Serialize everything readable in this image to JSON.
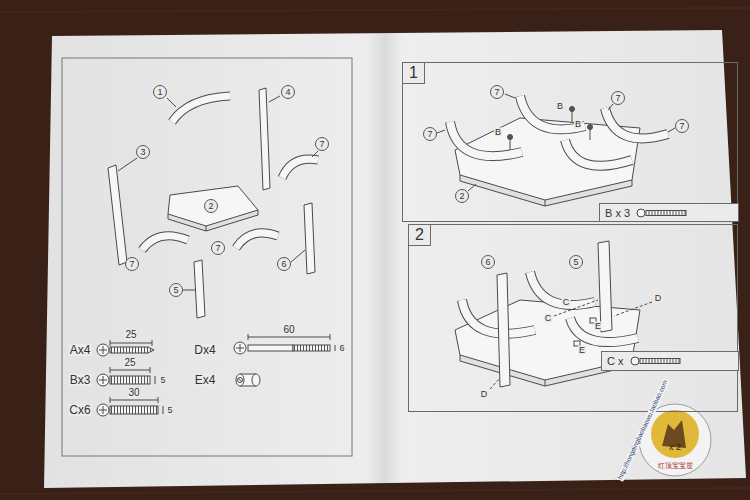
{
  "diagram": {
    "nodes": [
      {
        "text": [
          "1"
        ]
      },
      {
        "text": [
          "B x 3"
        ],
        "in": 0
      },
      {
        "text": [
          "2"
        ]
      },
      {
        "text": [
          "C x"
        ],
        "in": 2
      }
    ],
    "labels": [
      "1",
      "4",
      "3",
      "7",
      "2",
      "7",
      "7",
      "6",
      "5",
      "Ax4",
      "25",
      "Dx4",
      "60",
      "6",
      "Bx3",
      "25",
      "5",
      "Ex4",
      "Cx6",
      "30",
      "5",
      "7",
      "B",
      "7",
      "7",
      "B",
      "B",
      "7",
      "2",
      "6",
      "5",
      "C",
      "C",
      "D",
      "E",
      "E",
      "D",
      "http://hongdingbaobaowu.taobao.com",
      "x 2",
      "红顶宝宝屋"
    ]
  }
}
